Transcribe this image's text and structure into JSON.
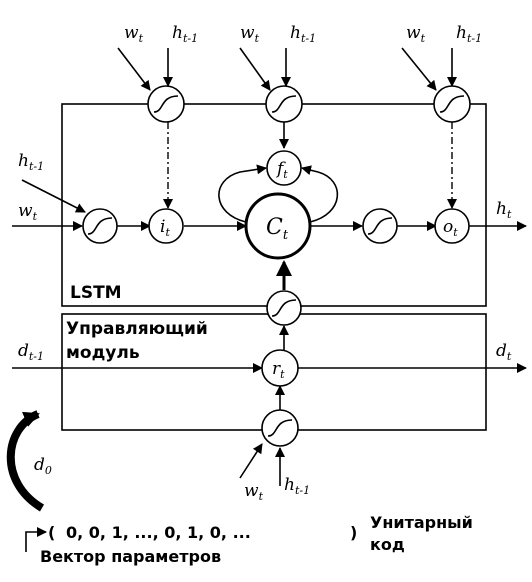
{
  "labels": {
    "w_t": "w",
    "w_sub": "t",
    "h_prev": "h",
    "h_prev_sub": "t-1",
    "h_t": "h",
    "h_t_sub": "t",
    "d_prev": "d",
    "d_prev_sub": "t-1",
    "d_t": "d",
    "d_t_sub": "t",
    "d0": "d",
    "d0_sub": "0"
  },
  "nodes": {
    "f_gate": "f",
    "f_sub": "t",
    "i_gate": "i",
    "i_sub": "t",
    "o_gate": "o",
    "o_sub": "t",
    "cell": "C",
    "cell_sub": "t",
    "r_gate": "r",
    "r_sub": "t"
  },
  "blocks": {
    "lstm": "LSTM",
    "control_line1": "Управляющий",
    "control_line2": "модуль"
  },
  "bottom": {
    "vector_values": "0, 0, 1, ..., 0, 1, 0, ...",
    "vector_label": "Вектор параметров",
    "unitary_line1": "Унитарный",
    "unitary_line2": "код"
  },
  "colors": {
    "stroke": "#000000",
    "background": "#ffffff"
  }
}
